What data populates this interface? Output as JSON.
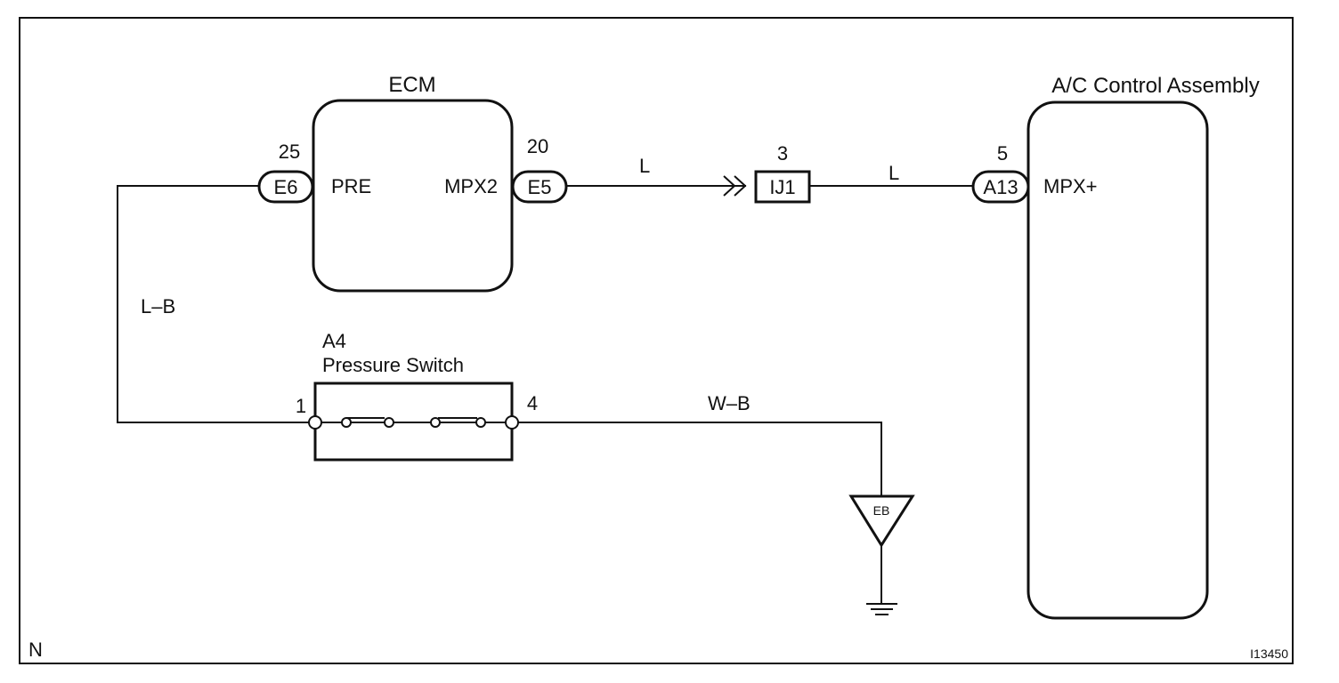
{
  "components": {
    "ecm": {
      "title": "ECM",
      "pin_pre": "PRE",
      "pin_mpx2": "MPX2"
    },
    "ac_control": {
      "title": "A/C Control Assembly",
      "pin_mpx": "MPX+"
    },
    "pressure_switch": {
      "ref": "A4",
      "title": "Pressure Switch",
      "pin1": "1",
      "pin4": "4"
    },
    "junction": {
      "label": "IJ1",
      "pin": "3"
    },
    "ground": {
      "label": "EB"
    }
  },
  "connectors": {
    "e6": {
      "label": "E6",
      "pin": "25"
    },
    "e5": {
      "label": "E5",
      "pin": "20"
    },
    "a13": {
      "label": "A13",
      "pin": "5"
    }
  },
  "wires": {
    "ecm_to_junction": "L",
    "junction_to_ac": "L",
    "ecm_to_switch": "L–B",
    "switch_to_ground": "W–B"
  },
  "corner_marks": {
    "bottom_left": "N",
    "bottom_right": "I13450"
  }
}
